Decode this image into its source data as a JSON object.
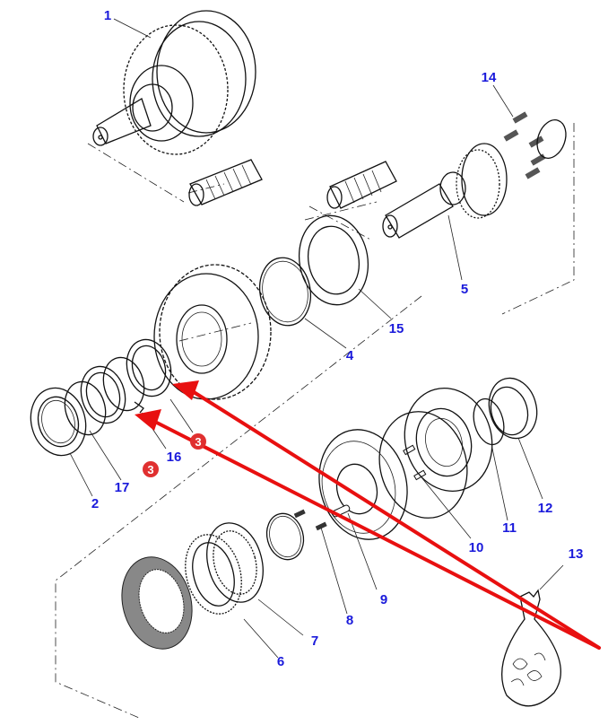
{
  "diagram": {
    "title": "Exploded view of PTO / clutch shaft assembly",
    "callouts": [
      {
        "id": "c1",
        "label": "1"
      },
      {
        "id": "c2",
        "label": "2"
      },
      {
        "id": "c4",
        "label": "4"
      },
      {
        "id": "c5",
        "label": "5"
      },
      {
        "id": "c6",
        "label": "6"
      },
      {
        "id": "c7",
        "label": "7"
      },
      {
        "id": "c8",
        "label": "8"
      },
      {
        "id": "c9",
        "label": "9"
      },
      {
        "id": "c10",
        "label": "10"
      },
      {
        "id": "c11",
        "label": "11"
      },
      {
        "id": "c12",
        "label": "12"
      },
      {
        "id": "c13",
        "label": "13"
      },
      {
        "id": "c14",
        "label": "14"
      },
      {
        "id": "c15",
        "label": "15"
      },
      {
        "id": "c16",
        "label": "16"
      },
      {
        "id": "c17",
        "label": "17"
      }
    ],
    "highlight_badges": [
      {
        "id": "b1",
        "label": "3"
      },
      {
        "id": "b2",
        "label": "3"
      }
    ],
    "colors": {
      "callout": "#1a1adb",
      "highlight": "#e81010",
      "badge": "#e03030",
      "line": "#111111"
    }
  }
}
